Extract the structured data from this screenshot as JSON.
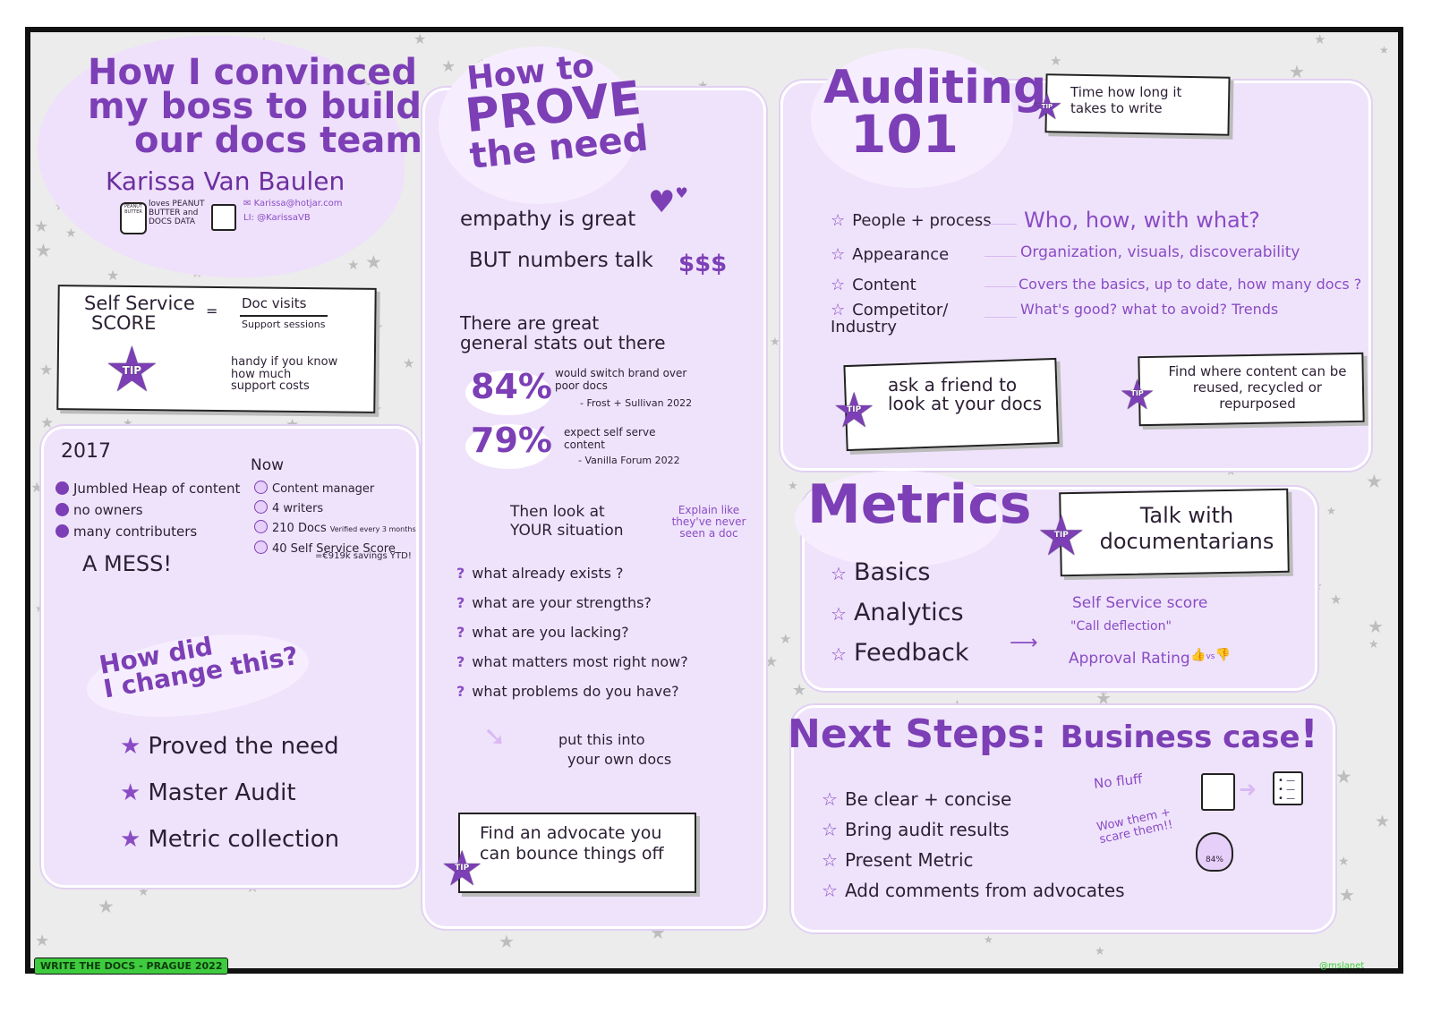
{
  "header": {
    "title_l1": "How I convinced",
    "title_l2": "my boss to build",
    "title_l3": "our docs team",
    "speaker": "Karissa Van Baulen",
    "bio": "loves PEANUT BUTTER and DOCS DATA",
    "jar_label": "PEANUT BUTTER",
    "email": "Karissa@hotjar.com",
    "linkedin": "LI: @KarissaVB"
  },
  "self_service": {
    "lhs_l1": "Self Service",
    "lhs_l2": "SCORE",
    "equals": "=",
    "numerator": "Doc visits",
    "denominator": "Support sessions",
    "tip": "TIP",
    "note": "handy if you know how much support costs"
  },
  "then_now": {
    "year": "2017",
    "then_items": [
      "Jumbled Heap of content",
      "no owners",
      "many contributers"
    ],
    "mess": "A MESS!",
    "now_label": "Now",
    "now_items": [
      "Content manager",
      "4 writers",
      "210 Docs",
      "40 Self Service Score"
    ],
    "verified": "Verified every 3 months",
    "savings": "=€919k savings YTD!",
    "question_l1": "How did",
    "question_l2": "I change this?",
    "steps": [
      "Proved the need",
      "Master Audit",
      "Metric collection"
    ]
  },
  "prove": {
    "title_l1": "How to",
    "title_l2": "PROVE",
    "title_l3": "the need",
    "empathy": "empathy is great",
    "numbers": "BUT numbers talk",
    "stats_intro_l1": "There are great",
    "stats_intro_l2": "general stats out there",
    "stat1_value": "84%",
    "stat1_text": "would switch brand over poor docs",
    "stat1_source": "- Frost + Sullivan 2022",
    "stat2_value": "79%",
    "stat2_text": "expect self serve content",
    "stat2_source": "- Vanilla Forum 2022",
    "then_l1": "Then look at",
    "then_l2": "YOUR situation",
    "explain": "Explain like they've never seen a doc",
    "questions": [
      "what already exists ?",
      "what are your strengths?",
      "what are you lacking?",
      "what matters most right now?",
      "what problems do you have?"
    ],
    "put_l1": "put this into",
    "put_l2": "your own docs",
    "tip": "TIP",
    "advocate": "Find an advocate you can bounce things off"
  },
  "audit": {
    "title_l1": "Auditing",
    "title_l2": "101",
    "time_note": "Time how long it takes to write",
    "tip": "TIP",
    "rows": [
      {
        "label": "People + process",
        "detail": "Who, how, with what?"
      },
      {
        "label": "Appearance",
        "detail": "Organization, visuals, discoverability"
      },
      {
        "label": "Content",
        "detail": "Covers the basics, up to date, how many docs ?"
      },
      {
        "label": "Competitor/ Industry",
        "detail": "What's good? what to avoid? Trends"
      }
    ],
    "friend": "ask a friend to look at your docs",
    "reuse": "Find where content can be reused, recycled or repurposed"
  },
  "metrics": {
    "title": "Metrics",
    "tip": "TIP",
    "talk": "Talk with documentarians",
    "items": [
      "Basics",
      "Analytics",
      "Feedback"
    ],
    "details": [
      "Self Service score",
      "\"Call deflection\"",
      "Approval Rating"
    ],
    "thumbs": "vs"
  },
  "next": {
    "title_a": "Next Steps:",
    "title_b": "Business case",
    "title_c": "!",
    "items": [
      "Be clear + concise",
      "Bring audit results",
      "Present Metric",
      "Add comments from advocates"
    ],
    "no_fluff": "No fluff",
    "wow": "Wow them + scare them!!",
    "mascot_label": "84%"
  },
  "footer": {
    "event": "WRITE THE DOCS - PRAGUE 2022",
    "credit": "@mslanet"
  },
  "colors": {
    "accent": "#7c3fb5",
    "card": "#efe3fb",
    "tag": "#3ecb3e"
  }
}
